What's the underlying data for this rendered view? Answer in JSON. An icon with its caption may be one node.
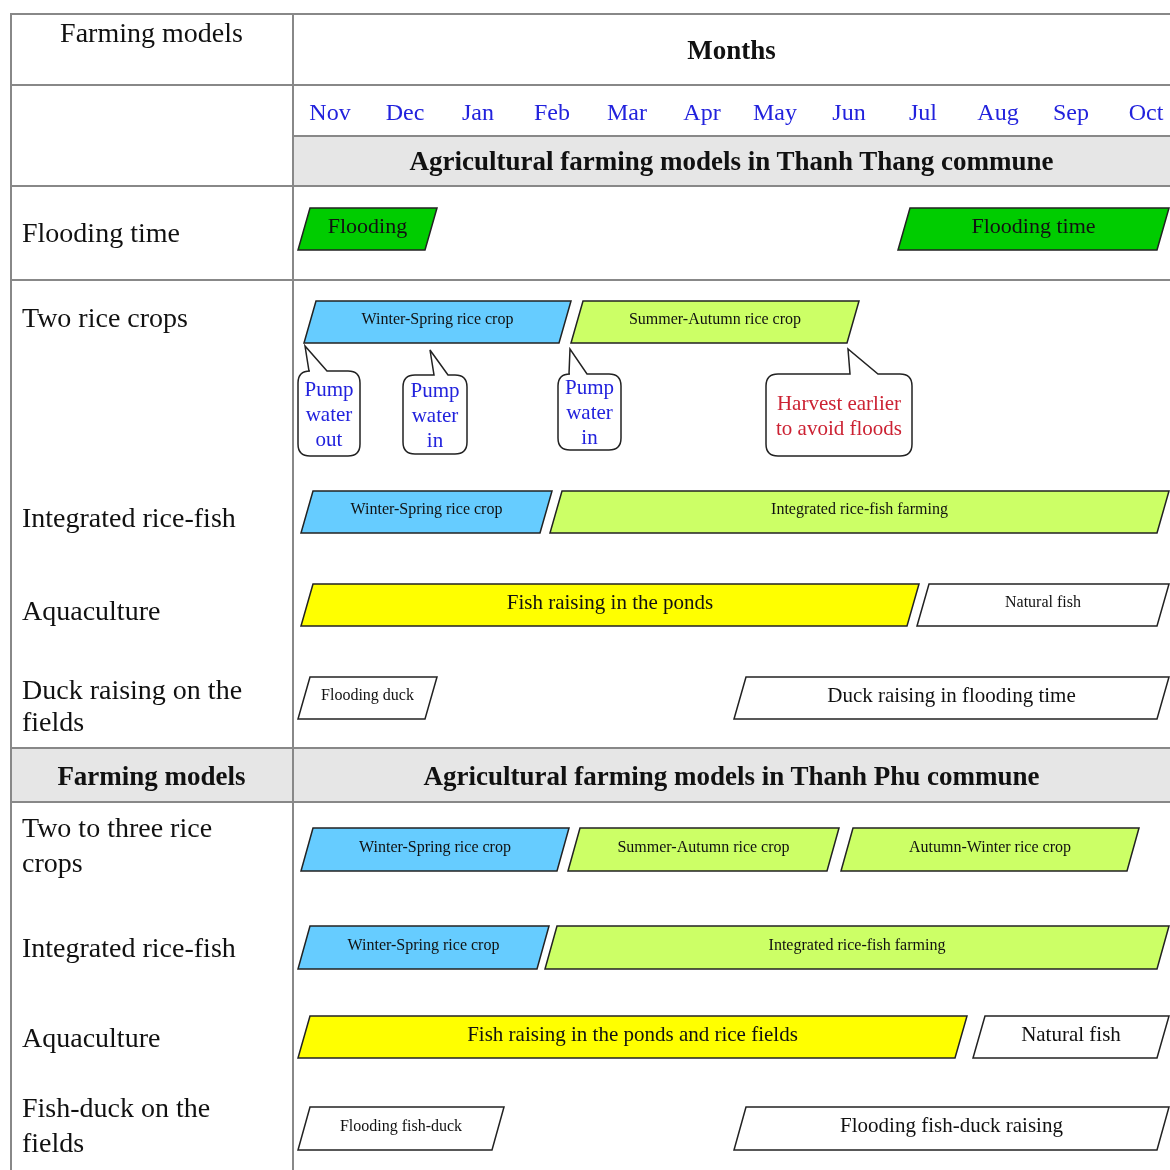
{
  "diagram": {
    "nodes": [
      {
        "text": [
          "Flooding"
        ]
      },
      {
        "text": [
          "Flooding time"
        ]
      },
      {
        "text": [
          "Winter-Spring rice crop"
        ]
      },
      {
        "text": [
          "Summer-Autumn rice crop"
        ]
      },
      {
        "text": [
          "Pump water out"
        ]
      },
      {
        "text": [
          "Pump water in"
        ]
      },
      {
        "text": [
          "Pump water in"
        ]
      },
      {
        "text": [
          "Harvest earlier to avoid floods"
        ]
      },
      {
        "text": [
          "Winter-Spring rice crop"
        ]
      },
      {
        "text": [
          "Integrated rice-fish farming"
        ]
      },
      {
        "text": [
          "Fish raising in the ponds"
        ]
      },
      {
        "text": [
          "Natural fish"
        ]
      },
      {
        "text": [
          "Flooding duck"
        ]
      },
      {
        "text": [
          "Duck raising in flooding time"
        ]
      },
      {
        "text": [
          "Winter-Spring rice crop"
        ]
      },
      {
        "text": [
          "Summer-Autumn rice crop"
        ]
      },
      {
        "text": [
          "Autumn-Winter rice crop"
        ]
      },
      {
        "text": [
          "Winter-Spring rice crop"
        ]
      },
      {
        "text": [
          "Integrated rice-fish farming"
        ]
      },
      {
        "text": [
          "Fish raising in the ponds and rice fields"
        ]
      },
      {
        "text": [
          "Natural fish"
        ]
      },
      {
        "text": [
          "Flooding fish-duck"
        ]
      },
      {
        "text": [
          "Flooding fish-duck raising"
        ]
      }
    ],
    "labels": [
      "Farming models",
      "Months",
      "Nov",
      "Dec",
      "Jan",
      "Feb",
      "Mar",
      "Apr",
      "May",
      "Jun",
      "Jul",
      "Aug",
      "Sep",
      "Oct",
      "Agricultural farming models in Thanh Thang commune",
      "Flooding time",
      "Two rice crops",
      "Integrated rice-fish",
      "Aquaculture",
      "Duck raising on the fields",
      "Farming models",
      "Agricultural farming models in Thanh Phu commune",
      "Two to three rice crops",
      "Integrated rice-fish",
      "Aquaculture",
      "Fish-duck on the fields"
    ]
  }
}
